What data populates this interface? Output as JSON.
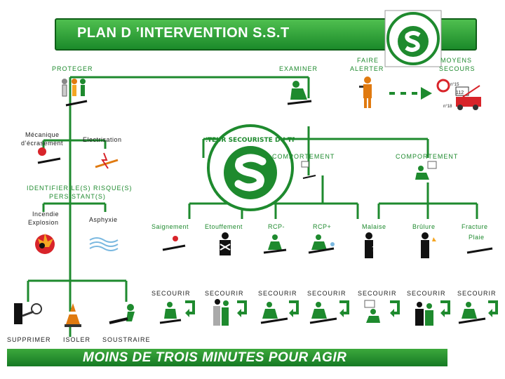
{
  "title": "PLAN D ’INTERVENTION S.S.T",
  "footer": "MOINS DE TROIS MINUTES POUR AGIR",
  "top_steps": {
    "proteger": "PROTEGER",
    "examiner": "EXAMINER",
    "faire_alerter_1": "FAIRE",
    "faire_alerter_2": "ALERTER",
    "moyens_secours_1": "MOYENS",
    "moyens_secours_2": "SECOURS"
  },
  "phone_numbers": {
    "n15": "n°15",
    "n112": "112",
    "n18": "n°18"
  },
  "risks": {
    "mecanique_1": "Mécanique",
    "mecanique_2": "d’écrasement",
    "electrisation": "Electrisation",
    "identifier_1": "IDENTIFIER LE(S) RISQUE(S)",
    "identifier_2": "PERSISTANT(S)",
    "incendie_1": "Incendie",
    "incendie_2": "Explosion",
    "asphyxie": "Asphyxie"
  },
  "actions": {
    "supprimer": "SUPPRIMER",
    "isoler": "ISOLER",
    "soustraire": "SOUSTRAIRE"
  },
  "comportement": [
    "COMPORTEMENT",
    "COMPORTEMENT"
  ],
  "cases": [
    "Saignement",
    "Etouffement",
    "RCP-",
    "RCP+",
    "Malaise",
    "Brûlure",
    "Fracture"
  ],
  "plaie": "Plaie",
  "secourir": "SECOURIR",
  "logo_text": "SAUVETEUR SECOURISTE DU TRAVAIL",
  "colors": {
    "accent": "#1e8a2e",
    "orange": "#e07a10",
    "red": "#d8242a",
    "dark": "#1a1a1a"
  }
}
